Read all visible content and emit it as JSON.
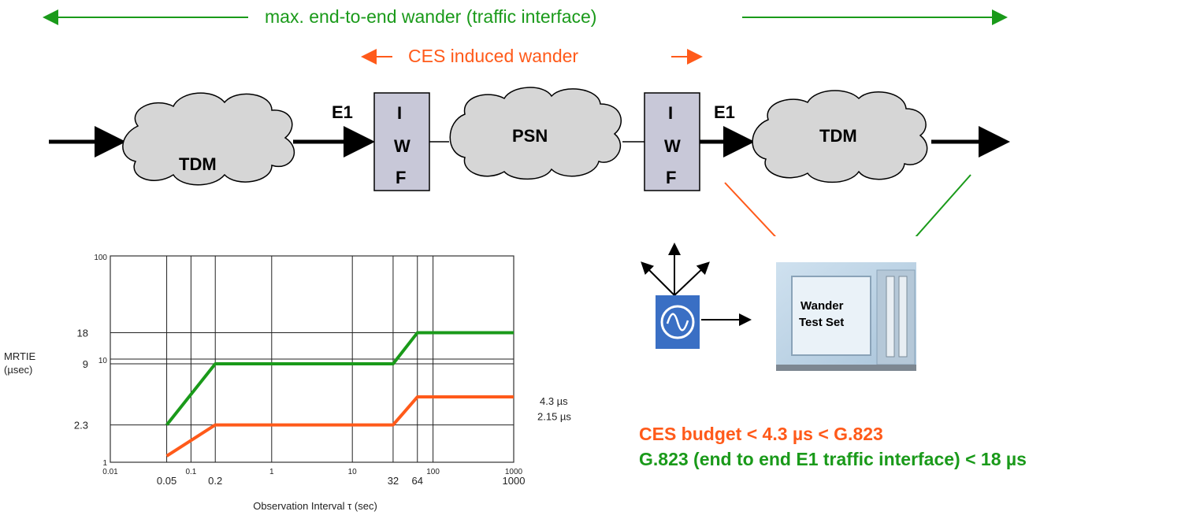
{
  "header": {
    "max_wander_label": "max. end-to-end wander (traffic interface)",
    "ces_wander_label": "CES induced wander"
  },
  "network": {
    "tdm_left": "TDM",
    "e1_left": "E1",
    "iwf_left": [
      "I",
      "W",
      "F"
    ],
    "psn": "PSN",
    "iwf_right": [
      "I",
      "W",
      "F"
    ],
    "e1_right": "E1",
    "tdm_right": "TDM"
  },
  "test_set": {
    "label_line1": "Wander",
    "label_line2": "Test Set"
  },
  "budget": {
    "line1": "CES budget < 4.3 µs < G.823",
    "line2": "G.823 (end to end E1 traffic interface) < 18 µs"
  },
  "colors": {
    "green": "#1a9a1a",
    "orange": "#ff5a1a",
    "box_fill": "#c8c8d8",
    "cloud_fill": "#d6d6d6"
  },
  "chart_data": {
    "type": "line",
    "x_scale": "log",
    "y_scale": "log",
    "xlabel": "Observation Interval τ (sec)",
    "ylabel_line1": "MRTIE",
    "ylabel_line2": "(µsec)",
    "xlim": [
      0.01,
      1000
    ],
    "ylim": [
      1,
      100
    ],
    "x_ticks": [
      "0.01",
      "0.1",
      "1",
      "10",
      "100",
      "1000"
    ],
    "y_ticks": [
      "1",
      "10",
      "100"
    ],
    "x_extra_labels": [
      "0.05",
      "0.2",
      "32",
      "64",
      "1000"
    ],
    "y_extra_labels": [
      "18",
      "9",
      "2.3"
    ],
    "right_labels": [
      "4.3 µs",
      "2.15 µs"
    ],
    "grid": true,
    "series": [
      {
        "color": "#1a9a1a",
        "x": [
          0.05,
          0.2,
          32,
          64,
          1000
        ],
        "y": [
          2.3,
          9,
          9,
          18,
          18
        ]
      },
      {
        "color": "#ff5a1a",
        "x": [
          0.05,
          0.2,
          32,
          64,
          1000
        ],
        "y": [
          1.15,
          2.3,
          2.3,
          4.3,
          4.3
        ]
      }
    ]
  }
}
